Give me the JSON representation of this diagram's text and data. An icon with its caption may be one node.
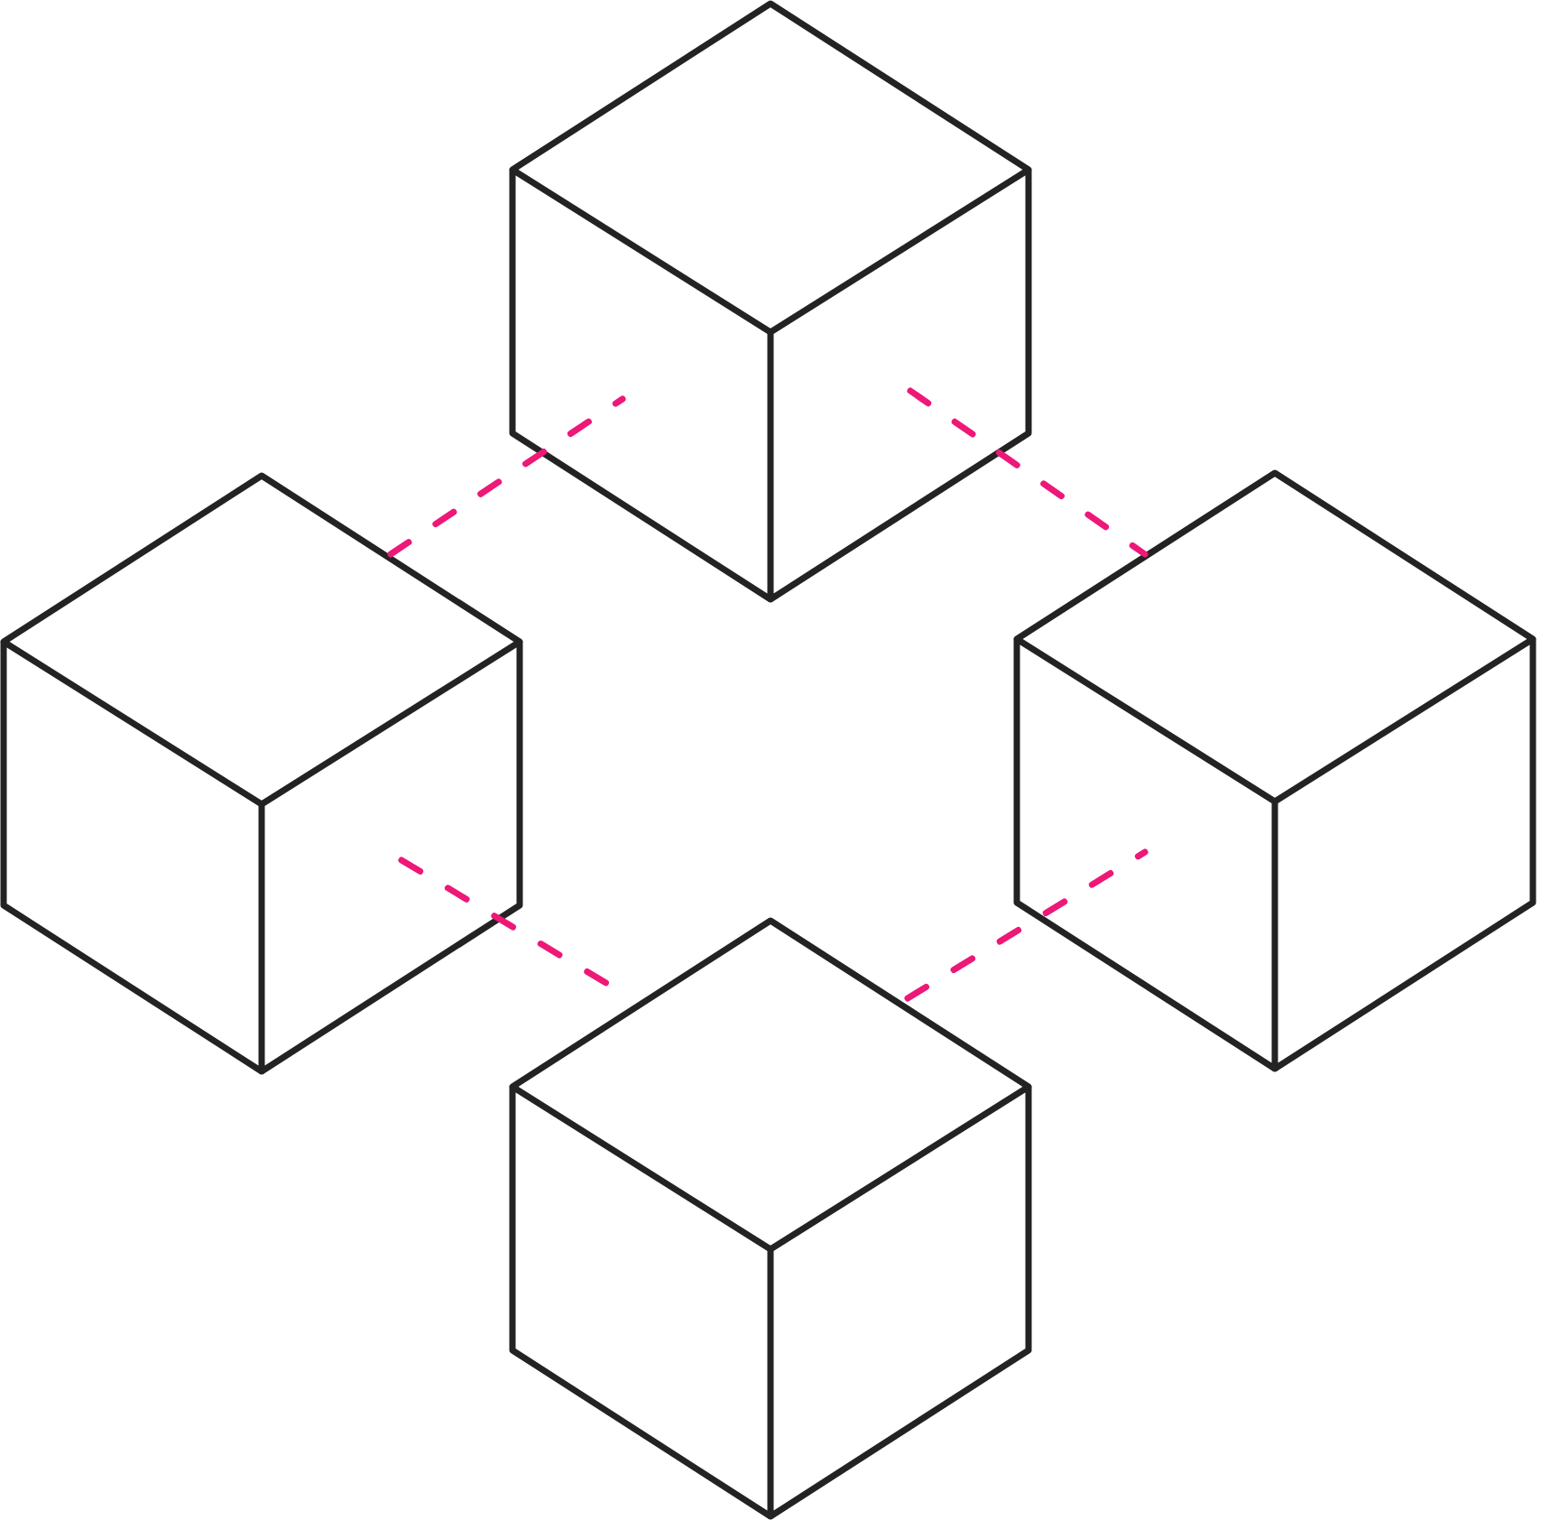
{
  "diagram": {
    "nodes": [
      {
        "text": [],
        "shape": "cube"
      },
      {
        "text": [],
        "shape": "cube"
      },
      {
        "text": [],
        "shape": "cube"
      },
      {
        "text": [],
        "shape": "cube"
      }
    ],
    "edges": [
      {
        "from": 1,
        "to": 0,
        "arrow": "none",
        "style": "dashed",
        "color": "#ed1877"
      },
      {
        "from": 0,
        "to": 2,
        "arrow": "none",
        "style": "dashed",
        "color": "#ed1877"
      },
      {
        "from": 1,
        "to": 3,
        "arrow": "none",
        "style": "dashed",
        "color": "#ed1877"
      },
      {
        "from": 3,
        "to": 2,
        "arrow": "none",
        "style": "dashed",
        "color": "#ed1877"
      }
    ]
  }
}
